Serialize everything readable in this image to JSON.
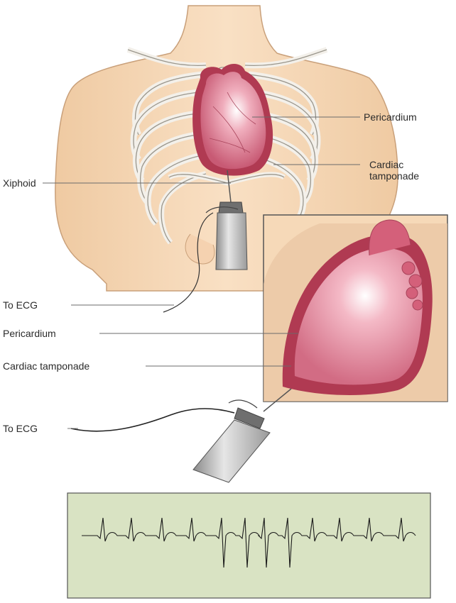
{
  "labels": {
    "pericardium_top": "Pericardium",
    "cardiac_tamponade_top": [
      "Cardiac",
      "tamponade"
    ],
    "xiphoid": "Xiphoid",
    "to_ecg_top": "To ECG",
    "pericardium_inset": "Pericardium",
    "cardiac_tamponade_inset": "Cardiac tamponade",
    "to_ecg_bottom": "To ECG"
  },
  "colors": {
    "skin": "#f6d9b8",
    "skin_outline": "#c9a07a",
    "bone": "#f3f0ea",
    "bone_outline": "#9a968c",
    "pericardium": "#b03a52",
    "heart": "#e58aa0",
    "heart_highlight": "#ffffff",
    "ecg_panel": "#d9e3c3",
    "ecg_trace": "#1a1a1a",
    "leader_line": "#6b6b6b"
  },
  "icons": {
    "syringe": "syringe-icon",
    "heart": "heart-icon"
  }
}
